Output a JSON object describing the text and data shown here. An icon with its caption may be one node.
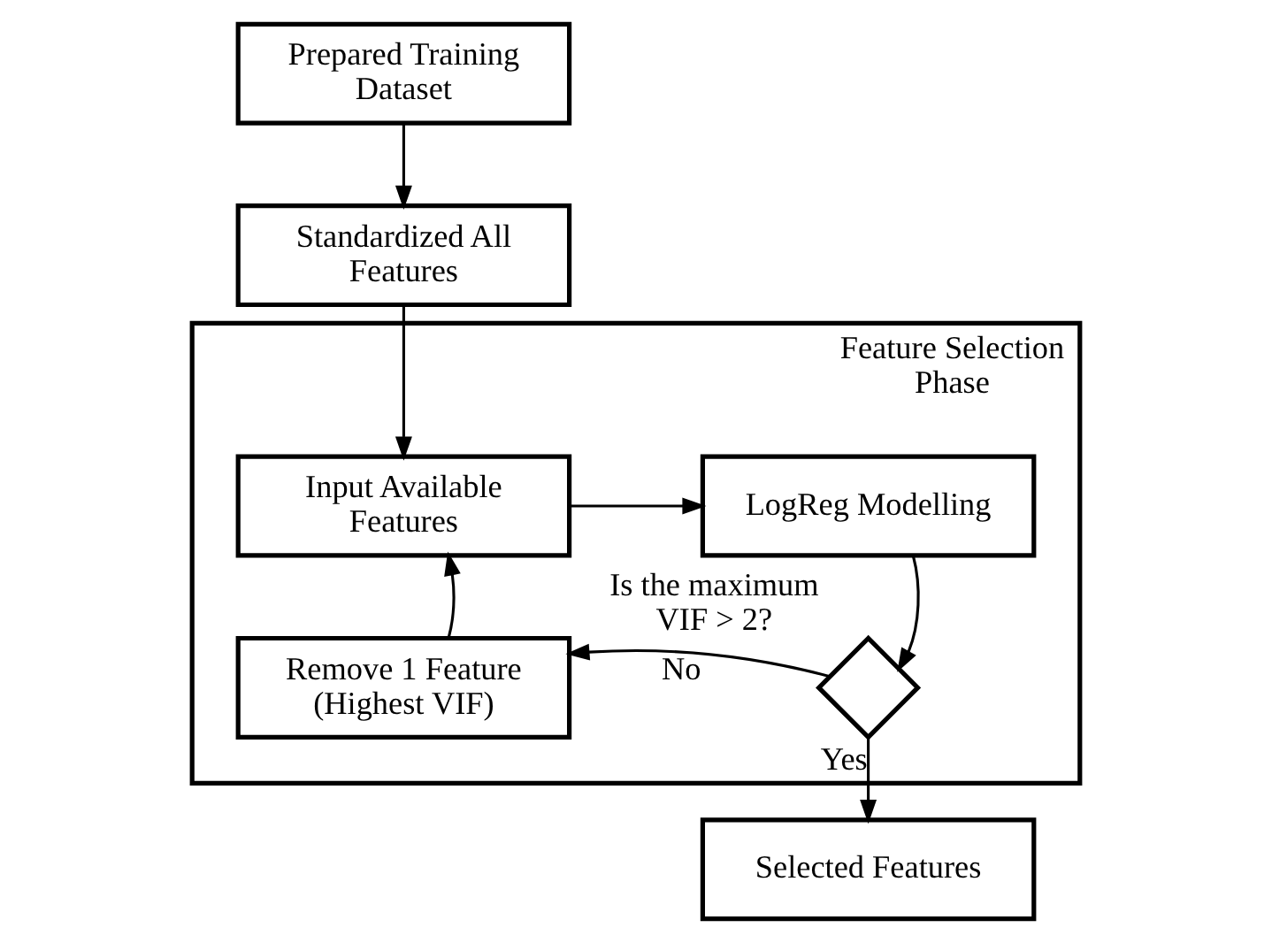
{
  "diagram": {
    "nodes": [
      {
        "text": [
          "Prepared Training Dataset"
        ]
      },
      {
        "text": [
          "Standardized All Features"
        ]
      },
      {
        "text": [],
        "shape": "box",
        "beside": [
          "Feature Selection Phase"
        ]
      },
      {
        "text": [
          "Input Available Features"
        ],
        "in": 2
      },
      {
        "text": [
          "LogReg Modelling"
        ],
        "in": 2
      },
      {
        "text": [
          "Remove 1 Feature (Highest VIF)"
        ],
        "in": 2
      },
      {
        "text": [],
        "shape": "diamond",
        "in": 2,
        "beside": [
          "Is the maximum VIF > 2?"
        ]
      },
      {
        "text": [
          "Selected Features"
        ]
      }
    ],
    "edges": [
      {
        "from": 0,
        "to": 1,
        "arrow": "to"
      },
      {
        "from": 1,
        "to": 3,
        "arrow": "to"
      },
      {
        "from": 3,
        "to": 4,
        "arrow": "to"
      },
      {
        "from": 4,
        "to": 6,
        "arrow": "to"
      },
      {
        "from": 6,
        "to": 5,
        "arrow": "to",
        "label": "No"
      },
      {
        "from": 5,
        "to": 3,
        "arrow": "to"
      },
      {
        "from": 6,
        "to": 7,
        "arrow": "to",
        "label": "Yes"
      }
    ]
  }
}
